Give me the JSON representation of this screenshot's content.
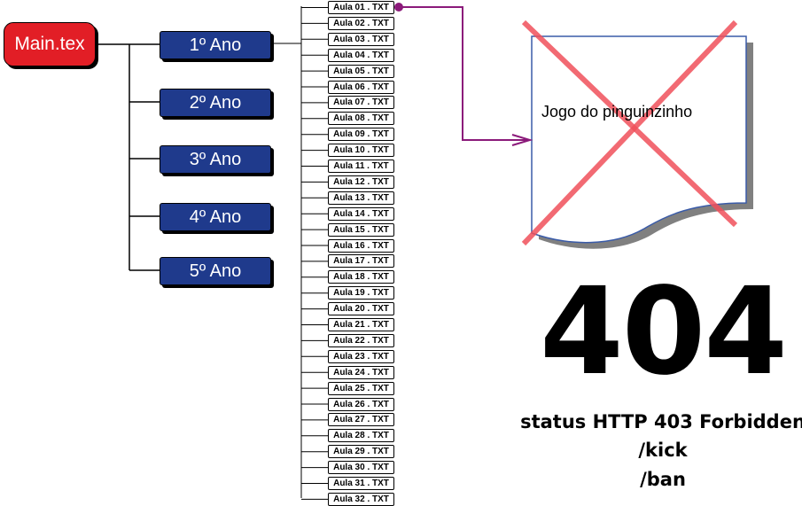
{
  "root": {
    "label": "Main.tex"
  },
  "years": [
    {
      "label": "1º Ano"
    },
    {
      "label": "2º Ano"
    },
    {
      "label": "3º Ano"
    },
    {
      "label": "4º Ano"
    },
    {
      "label": "5º Ano"
    }
  ],
  "classes": [
    "Aula 01 . TXT",
    "Aula 02 . TXT",
    "Aula 03 . TXT",
    "Aula 04 . TXT",
    "Aula 05 . TXT",
    "Aula 06 . TXT",
    "Aula 07 . TXT",
    "Aula 08 . TXT",
    "Aula 09 . TXT",
    "Aula 10 . TXT",
    "Aula 11 . TXT",
    "Aula 12 . TXT",
    "Aula 13 . TXT",
    "Aula 14 . TXT",
    "Aula 15 . TXT",
    "Aula 16 . TXT",
    "Aula 17 . TXT",
    "Aula 18 . TXT",
    "Aula 19 . TXT",
    "Aula 20 . TXT",
    "Aula 21 . TXT",
    "Aula 22 . TXT",
    "Aula 23 . TXT",
    "Aula 24 . TXT",
    "Aula 25 . TXT",
    "Aula 26 . TXT",
    "Aula 27 . TXT",
    "Aula 28 . TXT",
    "Aula 29 . TXT",
    "Aula 30 . TXT",
    "Aula 31 . TXT",
    "Aula 32 . TXT"
  ],
  "document": {
    "label": "Jogo do pinguinzinho",
    "crossed_out": true
  },
  "error": {
    "code": "404",
    "status": "status HTTP 403 Forbidden",
    "line2": "/kick",
    "line3": "/ban"
  },
  "colors": {
    "root_fill": "#e21e26",
    "year_fill": "#1f3a8c",
    "link_arrow": "#8b1a7a",
    "cross": "#f0505a",
    "doc_border": "#3a5ba8",
    "doc_shadow": "#808080"
  },
  "icons": {
    "document": "document-icon",
    "cross": "x-cross-icon"
  }
}
